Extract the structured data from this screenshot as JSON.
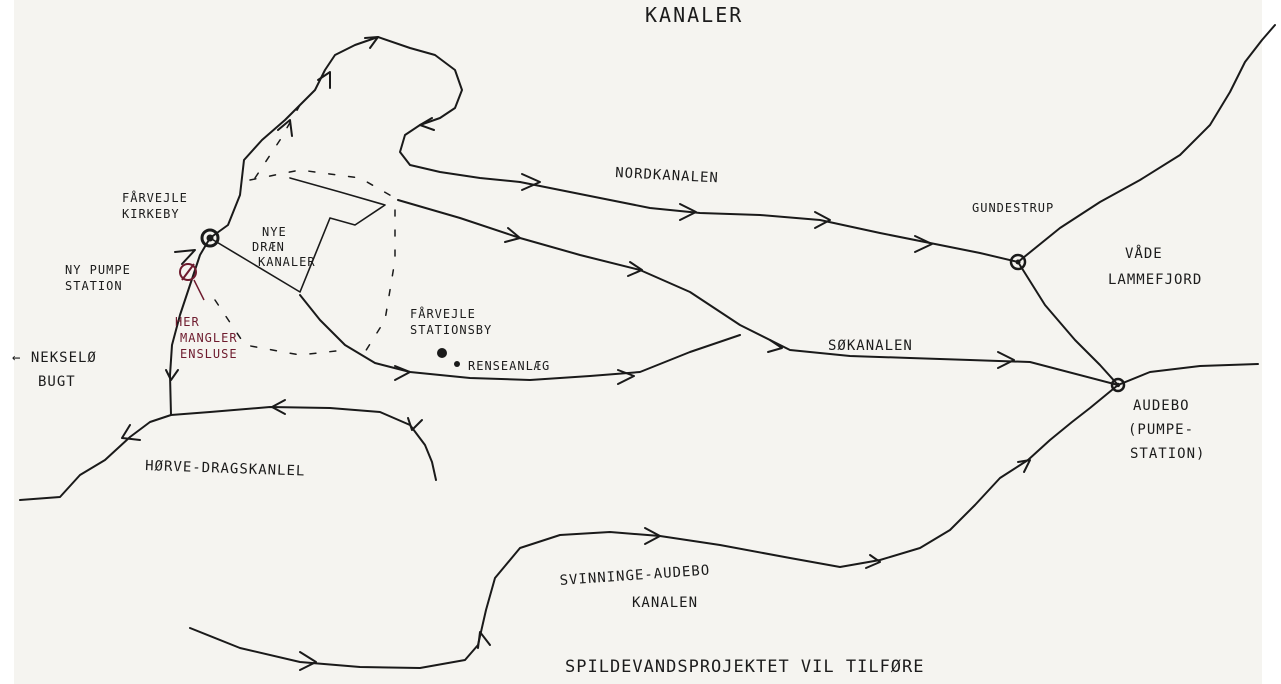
{
  "title": "KANALER",
  "canals": {
    "nord": "NORDKANALEN",
    "so": "SØKANALEN",
    "horve": "HØRVE-DRAGSKANLEL",
    "svinninge_1": "SVINNINGE-AUDEBO",
    "svinninge_2": "KANALEN",
    "nye_1": "NYE",
    "nye_2": "DRÆN",
    "nye_3": "KANALER"
  },
  "places": {
    "kirkeby_1": "FÅRVEJLE",
    "kirkeby_2": "KIRKEBY",
    "gundestrup": "GUNDESTRUP",
    "vade_1": "VÅDE",
    "vade_2": "LAMMEFJORD",
    "audebo_1": "AUDEBO",
    "audebo_2": "(PUMPE-",
    "audebo_3": "STATION)",
    "station_1": "FÅRVEJLE",
    "station_2": "STATIONSBY",
    "rense": "RENSEANLÆG",
    "pumpe_1": "NY PUMPE",
    "pumpe_2": "STATION",
    "nekselo_1": "← NEKSELØ",
    "nekselo_2": "BUGT"
  },
  "note": {
    "line1": "HER",
    "line2": "MANGLER",
    "line3": "ENSLUSE"
  },
  "footer": "SPILDEVANDSPROJEKTET VIL TILFØRE",
  "colors": {
    "ink": "#1a1a1a",
    "note": "#6e1b2e",
    "paper": "#f5f4f0"
  }
}
